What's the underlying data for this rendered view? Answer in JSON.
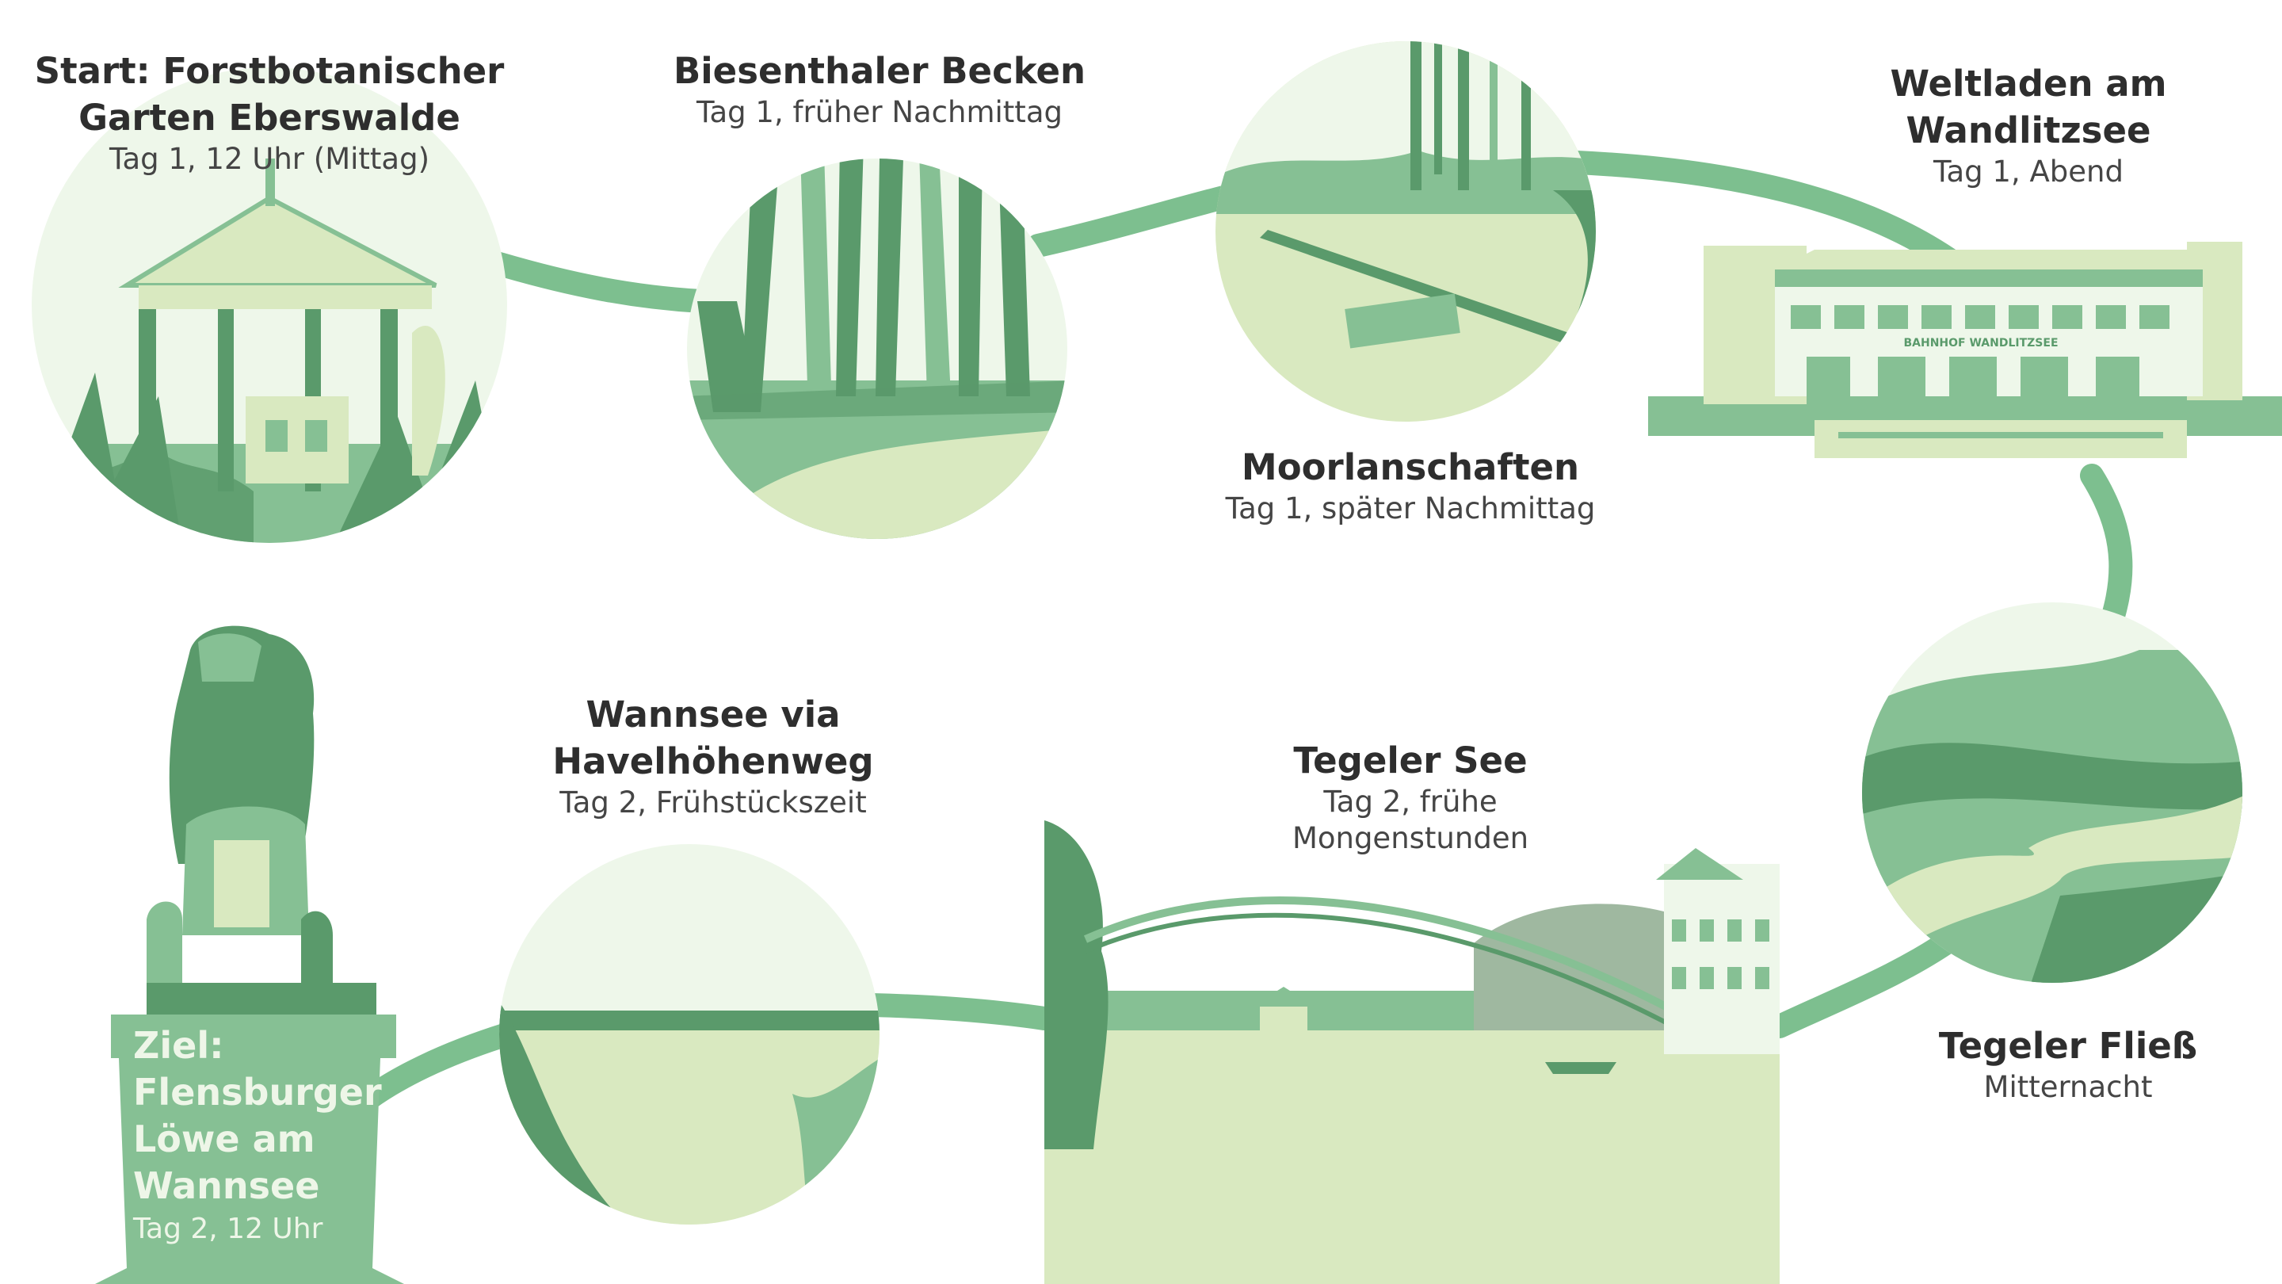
{
  "colors": {
    "route": "#7dbf8f",
    "dark_green": "#5a9a6b",
    "mid_green": "#86c094",
    "light_green": "#d9e9c0",
    "pale_green": "#eef7ea",
    "text": "#2e2e2e"
  },
  "stops": [
    {
      "id": "start",
      "title_lines": [
        "Start: Forstbotanischer",
        "Garten Eberswalde"
      ],
      "time": "Tag 1, 12 Uhr (Mittag)",
      "icon": "pavilion-scene"
    },
    {
      "id": "biesenthal",
      "title_lines": [
        "Biesenthaler Becken"
      ],
      "time": "Tag 1, früher Nachmittag",
      "icon": "forest-scene"
    },
    {
      "id": "moor",
      "title_lines": [
        "Moorlanschaften"
      ],
      "time": "Tag 1, später Nachmittag",
      "icon": "moor-scene"
    },
    {
      "id": "weltladen",
      "title_lines": [
        "Weltladen am",
        "Wandlitzsee"
      ],
      "time": "Tag 1, Abend",
      "icon": "station-building",
      "sign": "BAHNHOF WANDLITZSEE"
    },
    {
      "id": "fliess",
      "title_lines": [
        "Tegeler Fließ"
      ],
      "time": "Mitternacht",
      "icon": "stream-scene"
    },
    {
      "id": "tegel",
      "title_lines": [
        "Tegeler See"
      ],
      "time_lines": [
        "Tag 2, frühe",
        "Mongenstunden"
      ],
      "icon": "bridge-lake-scene"
    },
    {
      "id": "wannsee",
      "title_lines": [
        "Wannsee via",
        "Havelhöhenweg"
      ],
      "time": "Tag 2, Frühstückszeit",
      "icon": "lake-scene"
    },
    {
      "id": "ziel",
      "title_lines": [
        "Ziel:",
        "Flensburger",
        "Löwe am",
        "Wannsee"
      ],
      "time": "Tag 2, 12 Uhr",
      "icon": "lion-statue"
    }
  ]
}
